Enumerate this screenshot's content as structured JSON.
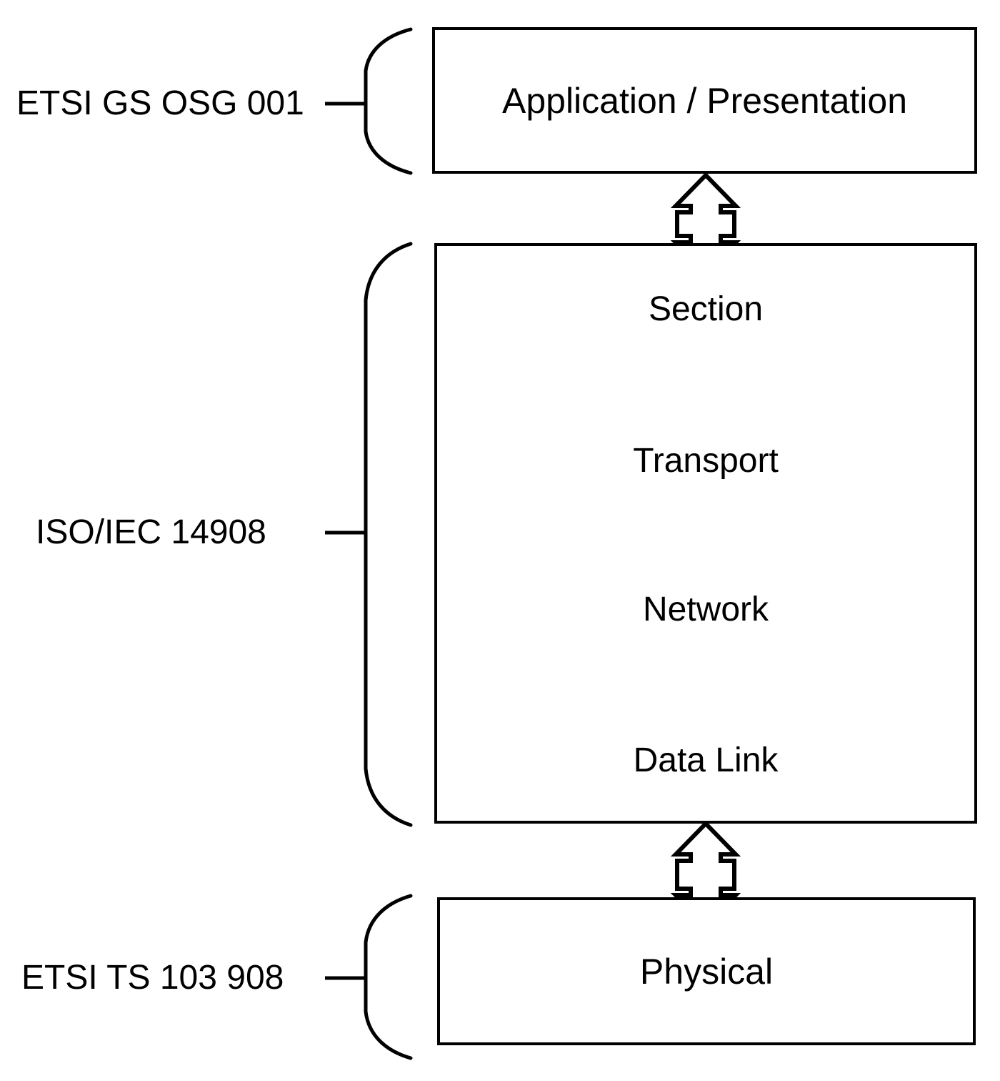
{
  "diagram": {
    "title": "Protocol stack layer diagram",
    "background_color": "#ffffff",
    "line_color": "#000000",
    "boxes": [
      {
        "id": "application-presentation",
        "label": "Application / Presentation"
      },
      {
        "id": "stack-middle",
        "label": "",
        "sublayers": [
          {
            "id": "section",
            "label": "Section"
          },
          {
            "id": "transport",
            "label": "Transport"
          },
          {
            "id": "network",
            "label": "Network"
          },
          {
            "id": "data-link",
            "label": "Data Link"
          }
        ]
      },
      {
        "id": "physical",
        "label": "Physical"
      }
    ],
    "side_labels": [
      {
        "id": "etsi-gs-osg-001",
        "text": "ETSI GS OSG 001"
      },
      {
        "id": "iso-iec-14908",
        "text": "ISO/IEC 14908"
      },
      {
        "id": "etsi-ts-103-908",
        "text": "ETSI TS 103 908"
      }
    ],
    "connectors": [
      {
        "id": "arrow-app-to-section",
        "type": "double-headed-vertical-arrow"
      },
      {
        "id": "arrow-section-transport",
        "type": "double-headed-vertical-arrow"
      },
      {
        "id": "arrow-transport-network",
        "type": "double-headed-vertical-arrow"
      },
      {
        "id": "arrow-network-datalink",
        "type": "double-headed-vertical-arrow"
      },
      {
        "id": "arrow-datalink-physical",
        "type": "double-headed-vertical-arrow"
      }
    ],
    "dividers": [
      {
        "id": "divider-section-transport",
        "style": "dashed"
      },
      {
        "id": "divider-transport-network",
        "style": "dashed"
      },
      {
        "id": "divider-network-datalink",
        "style": "dashed"
      }
    ]
  }
}
